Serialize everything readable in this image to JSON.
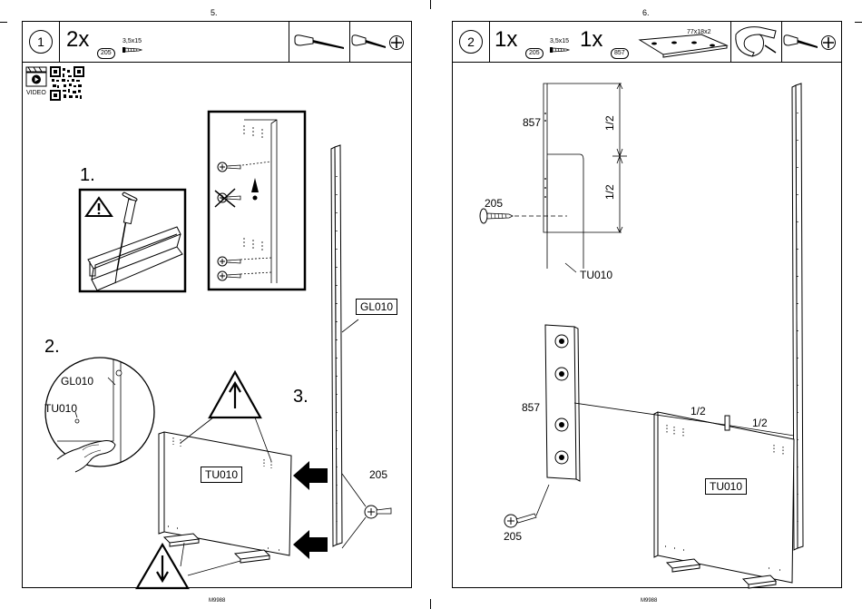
{
  "pages": [
    {
      "page_number": "5.",
      "footer": "M9988",
      "step": "1",
      "hardware": [
        {
          "quantity": "2x",
          "part": "205",
          "size": "3,5x15"
        }
      ],
      "video_label": "VIDEO",
      "substeps": [
        "1.",
        "2.",
        "3."
      ],
      "part_labels": {
        "rail": "GL010",
        "panel": "TU010",
        "screw": "205"
      },
      "detail_labels": {
        "rail": "GL010",
        "panel": "TU010"
      }
    },
    {
      "page_number": "6.",
      "footer": "M9988",
      "step": "2",
      "hardware": [
        {
          "quantity": "1x",
          "part": "205",
          "size": "3,5x15"
        },
        {
          "quantity": "1x",
          "part": "857",
          "size": "77x18x2"
        }
      ],
      "labels": {
        "template_top": "857",
        "screw_top": "205",
        "panel_top": "TU010",
        "half_a": "1/2",
        "half_b": "1/2",
        "template_bottom": "857",
        "half_c": "1/2",
        "half_d": "1/2",
        "panel_bottom": "TU010",
        "screw_bottom": "205"
      }
    }
  ]
}
